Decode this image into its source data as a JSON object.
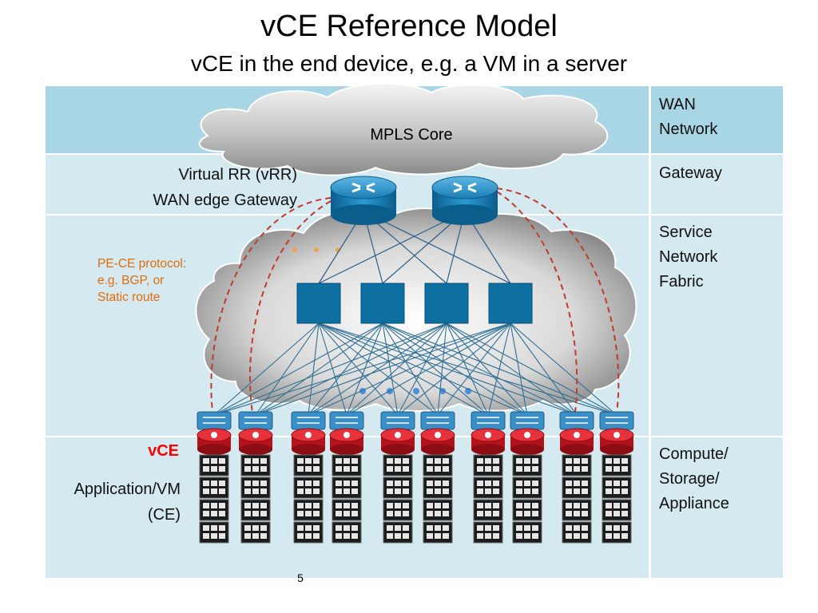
{
  "slide": {
    "title": "vCE Reference Model",
    "subtitle": "vCE in the end device, e.g. a VM in a server",
    "page_number": "5"
  },
  "rows": [
    {
      "label": "WAN\nNetwork"
    },
    {
      "label": "Gateway"
    },
    {
      "label": "Service\nNetwork\nFabric"
    },
    {
      "label": "Compute/\nStorage/\nAppliance"
    }
  ],
  "annotations": {
    "mpls_core": "MPLS Core",
    "virtual_rr": "Virtual RR (vRR)",
    "wan_edge_gateway": "WAN edge Gateway",
    "pe_ce_protocol": "PE-CE protocol:\ne.g. BGP, or\nStatic route",
    "vce_label": "vCE",
    "application_vm": "Application/VM",
    "ce": "(CE)"
  },
  "colors": {
    "band_dark": "#a9d6e4",
    "band_light": "#d4e9f0",
    "accent_orange": "#e36c09",
    "vce_red": "#ff0000",
    "switch_blue": "#0e6fa0",
    "dashed_red": "#c0392b"
  }
}
